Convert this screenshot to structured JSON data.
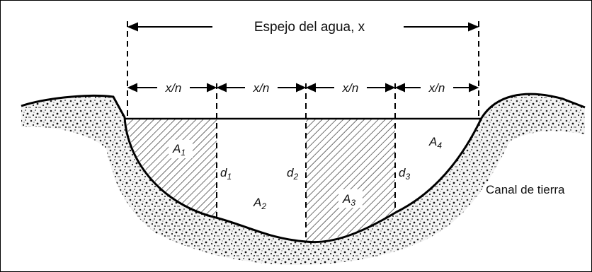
{
  "diagram": {
    "title": "Espejo del agua, x",
    "segment_label": "x/n",
    "segments": [
      "x/n",
      "x/n",
      "x/n",
      "x/n"
    ],
    "areas": {
      "a1": {
        "base": "A",
        "sub": "1"
      },
      "a2": {
        "base": "A",
        "sub": "2"
      },
      "a3": {
        "base": "A",
        "sub": "3"
      },
      "a4": {
        "base": "A",
        "sub": "4"
      }
    },
    "depths": {
      "d1": {
        "base": "d",
        "sub": "1"
      },
      "d2": {
        "base": "d",
        "sub": "2"
      },
      "d3": {
        "base": "d",
        "sub": "3"
      }
    },
    "canal_label": "Canal de tierra"
  }
}
